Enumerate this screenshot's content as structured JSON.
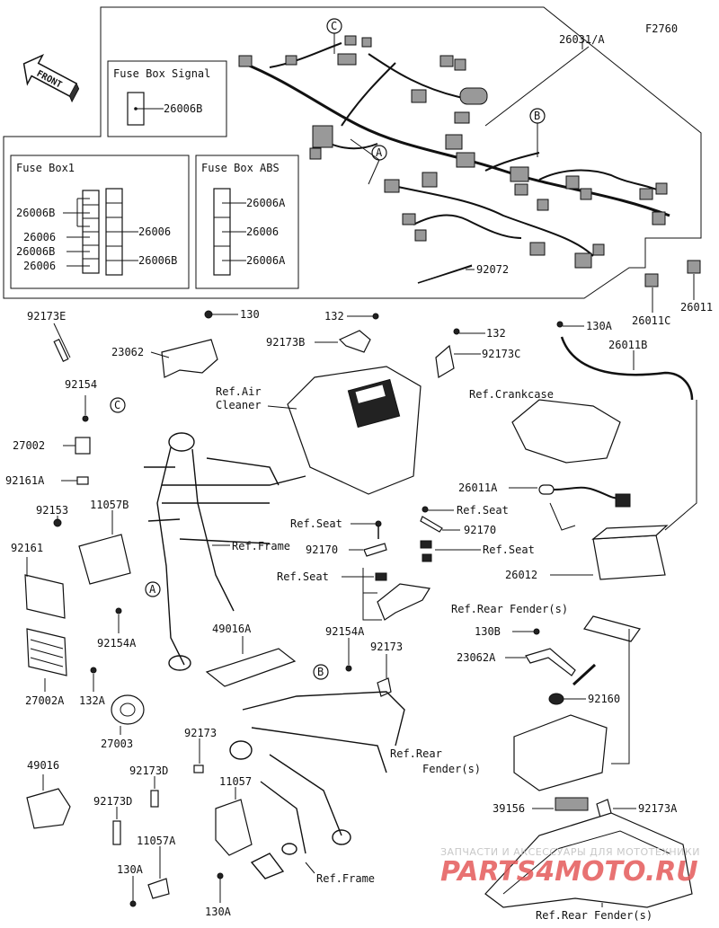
{
  "diagram_code": "F2760",
  "front_label": "FRONT",
  "watermark": {
    "line1": "ЗАПЧАСТИ И АКСЕССУАРЫ ДЛЯ МОТОТЕХНИКИ",
    "line2": "PARTS4MOTO.RU"
  },
  "boxes": {
    "fuse_box_signal": {
      "title": "Fuse Box Signal",
      "parts": [
        "26006B"
      ]
    },
    "fuse_box_1": {
      "title": "Fuse Box1",
      "parts": [
        "26006B",
        "26006",
        "26006",
        "26006B",
        "26006",
        "26006B"
      ]
    },
    "fuse_box_abs": {
      "title": "Fuse Box ABS",
      "parts": [
        "26006A",
        "26006",
        "26006A"
      ]
    }
  },
  "letters": {
    "a": "A",
    "b": "B",
    "c": "C"
  },
  "parts": {
    "p26031A": "26031/A",
    "p92072": "92072",
    "p26011": "26011",
    "p26011C": "26011C",
    "p92173E": "92173E",
    "p23062": "23062",
    "p130": "130",
    "p132": "132",
    "p92173B": "92173B",
    "p132b": "132",
    "p92173C": "92173C",
    "p130A": "130A",
    "p26011B": "26011B",
    "p92154": "92154",
    "p27002": "27002",
    "p92161A": "92161A",
    "p92153": "92153",
    "p11057B": "11057B",
    "p92161": "92161",
    "p92154A": "92154A",
    "p27002A": "27002A",
    "p132A": "132A",
    "p27003": "27003",
    "p49016A": "49016A",
    "p92170": "92170",
    "p92170b": "92170",
    "p26011A": "26011A",
    "p26012": "26012",
    "p130B": "130B",
    "p23062A": "23062A",
    "p92160": "92160",
    "p92154Ab": "92154A",
    "p92173": "92173",
    "p92173b": "92173",
    "p49016": "49016",
    "p92173D": "92173D",
    "p92173Db": "92173D",
    "p11057": "11057",
    "p11057A": "11057A",
    "p130Ab": "130A",
    "p130Ac": "130A",
    "p39156": "39156",
    "p92173A": "92173A"
  },
  "refs": {
    "air_cleaner_1": "Ref.Air",
    "air_cleaner_2": "Cleaner",
    "crankcase": "Ref.Crankcase",
    "frame1": "Ref.Frame",
    "frame2": "Ref.Frame",
    "seat1": "Ref.Seat",
    "seat2": "Ref.Seat",
    "seat3": "Ref.Seat",
    "seat4": "Ref.Seat",
    "rear_fender1": "Ref.Rear Fender(s)",
    "rear_fender2_1": "Ref.Rear",
    "rear_fender2_2": "Fender(s)",
    "rear_fender3": "Ref.Rear Fender(s)"
  }
}
